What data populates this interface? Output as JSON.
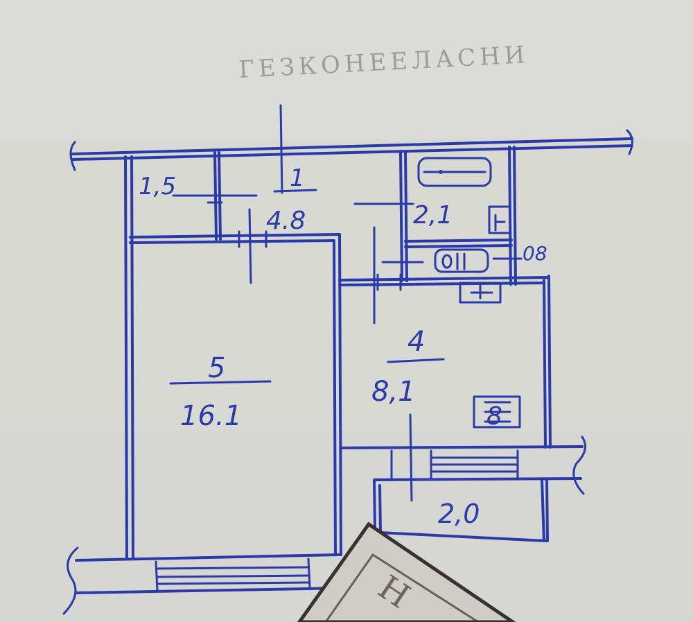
{
  "header_text": "ГЕЗКОНЕЕЛАСНИ",
  "rooms": [
    {
      "id": "1",
      "number": "1",
      "area": "4.8"
    },
    {
      "id": "5",
      "number": "5",
      "area": "16.1"
    },
    {
      "id": "4",
      "number": "4",
      "area": "8,1"
    }
  ],
  "areas": {
    "storage": "1,5",
    "bathroom": "2,1",
    "toilet": "08",
    "balcony": "2,0"
  },
  "stamp_text": "Н",
  "stove_symbol": "8",
  "colors": {
    "paper": "#d9d9d4",
    "ink": "#2a3aa8",
    "stamp": "#3a3030"
  }
}
